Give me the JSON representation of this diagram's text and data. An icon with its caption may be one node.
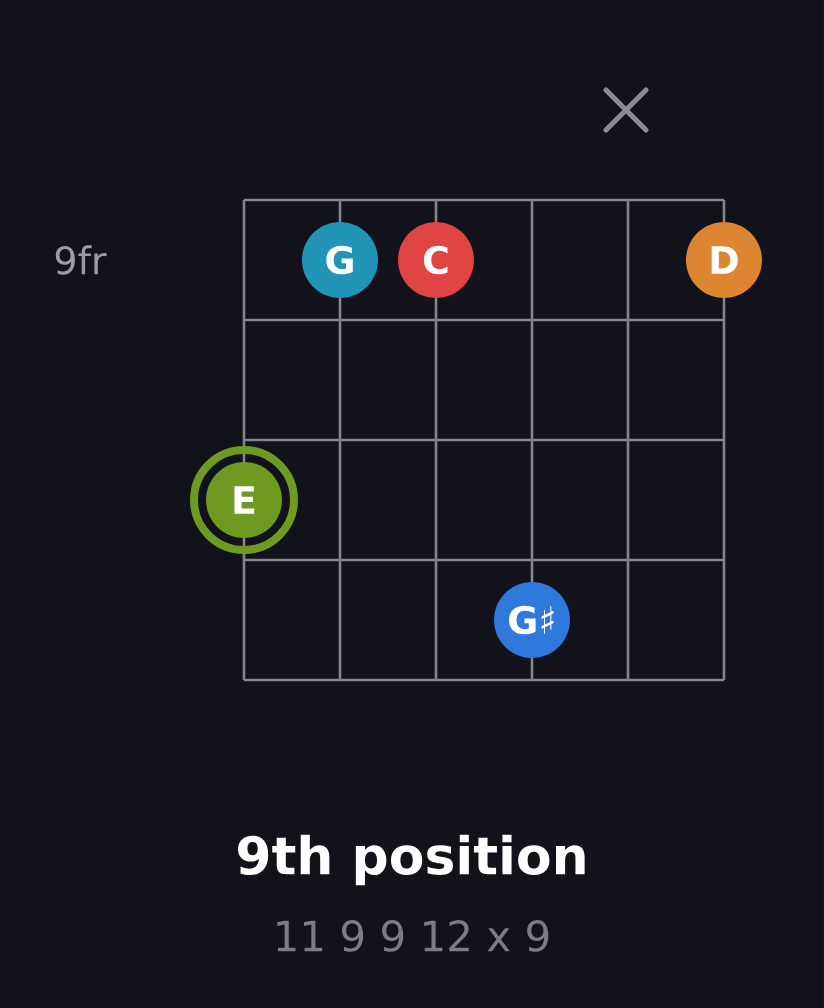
{
  "diagram": {
    "title": "9th position",
    "nodes": [
      {
        "text": [
          "G"
        ]
      },
      {
        "text": [
          "C"
        ]
      },
      {
        "text": [
          "D"
        ]
      },
      {
        "text": [
          "E"
        ]
      },
      {
        "text": [
          "G♯"
        ]
      }
    ],
    "labels": [
      "9fr",
      "11 9 9 12 x 9"
    ]
  }
}
